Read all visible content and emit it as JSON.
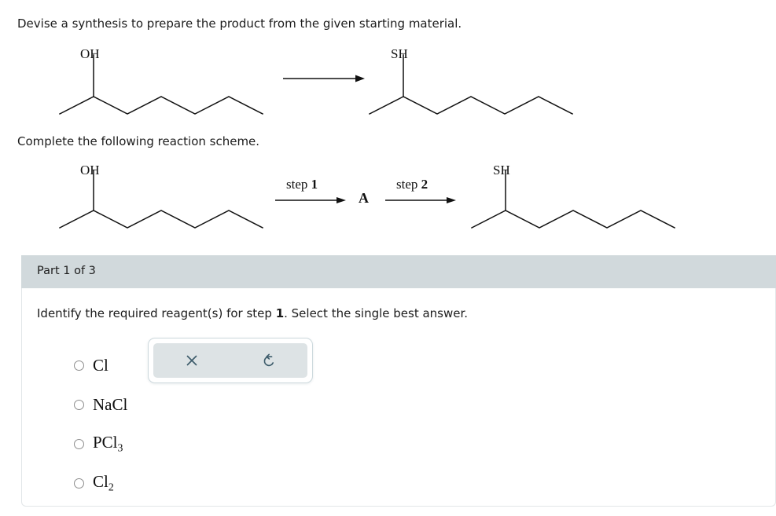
{
  "prompts": {
    "synthesis": "Devise a synthesis to prepare the product from the given starting material.",
    "scheme": "Complete the following reaction scheme."
  },
  "scheme1": {
    "reactant_label": "OH",
    "product_label": "SH",
    "arrow": "reaction-arrow"
  },
  "scheme2": {
    "reactant_label": "OH",
    "product_label": "SH",
    "step1_word": "step",
    "step1_number": "1",
    "step2_word": "step",
    "step2_number": "2",
    "intermediate": "A"
  },
  "part": {
    "band_label": "Part 1 of 3",
    "question_prefix": "Identify the required reagent(s) for step ",
    "question_step": "1",
    "question_suffix": ". Select the single best answer."
  },
  "options": [
    {
      "text": "Cl",
      "sub": ""
    },
    {
      "text": "NaCl",
      "sub": ""
    },
    {
      "text": "PCl",
      "sub": "3"
    },
    {
      "text": "Cl",
      "sub": "2"
    }
  ],
  "toolbar": {
    "clear_icon": "x-icon",
    "undo_icon": "undo-icon"
  },
  "colors": {
    "band": "#d1d9dc",
    "toolbar_panel": "#dde3e5",
    "toolbar_icon": "#3d5c6b",
    "card_border": "#e2e6e8",
    "text": "#1c1c1c"
  }
}
